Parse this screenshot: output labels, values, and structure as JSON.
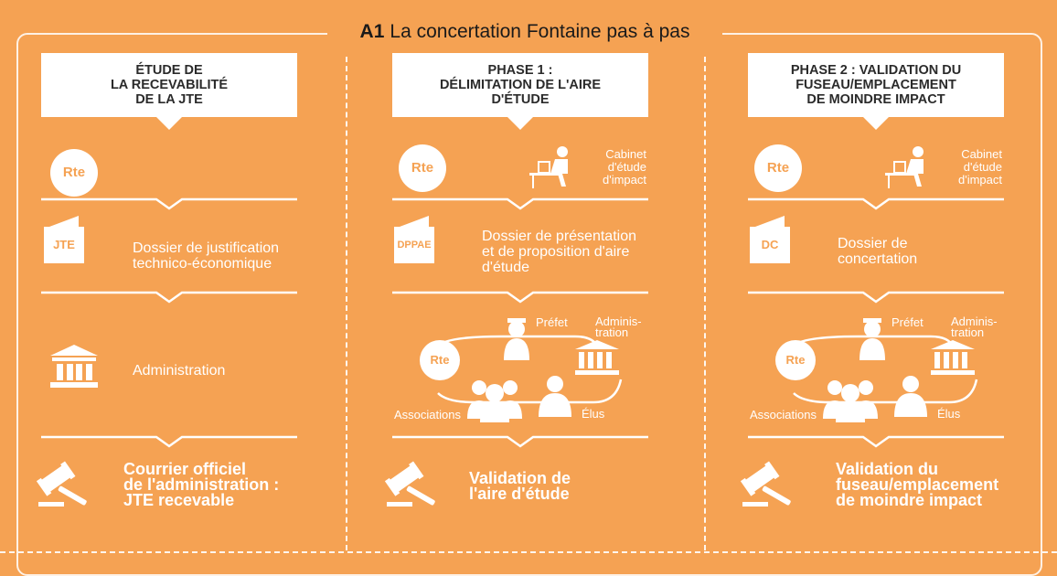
{
  "title": {
    "label": "A1",
    "text": "La concertation Fontaine pas à pas"
  },
  "columns": [
    {
      "header": [
        "ÉTUDE DE",
        "LA RECEVABILITÉ",
        "DE LA JTE"
      ],
      "rte": "Rte",
      "doc_code": "JTE",
      "doc_text": [
        "Dossier de justification",
        "technico-économique"
      ],
      "admin_text": "Administration",
      "result": [
        "Courrier officiel",
        "de l'administration :",
        "JTE recevable"
      ]
    },
    {
      "header": [
        "PHASE 1 :",
        "DÉLIMITATION DE L'AIRE",
        "D'ÉTUDE"
      ],
      "rte": "Rte",
      "cabinet": [
        "Cabinet",
        "d'étude",
        "d'impact"
      ],
      "doc_code": "DPPAE",
      "doc_text": [
        "Dossier de présentation",
        "et de proposition d'aire",
        "d'étude"
      ],
      "network": {
        "rte": "Rte",
        "prefet": "Préfet",
        "admin": [
          "Adminis-",
          "tration"
        ],
        "assoc": "Associations",
        "elus": "Élus"
      },
      "result": [
        "Validation de",
        "l'aire d'étude"
      ]
    },
    {
      "header": [
        "PHASE 2 : VALIDATION DU",
        "FUSEAU/EMPLACEMENT",
        "DE MOINDRE IMPACT"
      ],
      "rte": "Rte",
      "cabinet": [
        "Cabinet",
        "d'étude",
        "d'impact"
      ],
      "doc_code": "DC",
      "doc_text": [
        "Dossier de",
        "concertation"
      ],
      "network": {
        "rte": "Rte",
        "prefet": "Préfet",
        "admin": [
          "Adminis-",
          "tration"
        ],
        "assoc": "Associations",
        "elus": "Élus"
      },
      "result": [
        "Validation du",
        "fuseau/emplacement",
        "de moindre impact"
      ]
    }
  ],
  "colors": {
    "background": "#f5a253",
    "foreground": "#ffffff",
    "title": "#1a1a1a"
  }
}
